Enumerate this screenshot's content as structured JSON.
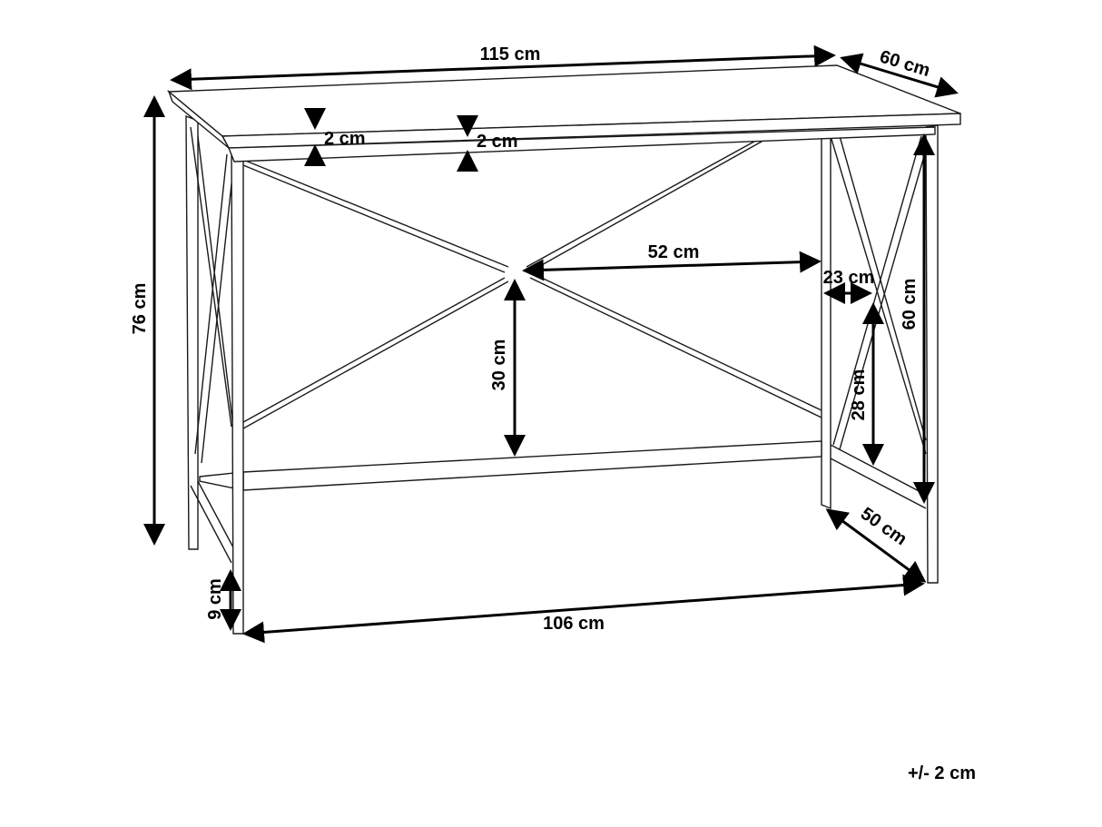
{
  "title": "Desk dimensions",
  "dimensions": {
    "width": "115 cm",
    "depth": "60 cm",
    "height": "76 cm",
    "top_thickness": "2 cm",
    "apron_height": "2 cm",
    "cross_half_width": "52 cm",
    "cross_to_bar": "30 cm",
    "side_cross_offset": "23 cm",
    "side_height": "60 cm",
    "side_cross_lower": "28 cm",
    "leg_depth": "50 cm",
    "foot_clearance": "9 cm",
    "leg_span": "106 cm"
  },
  "tolerance": "+/- 2 cm",
  "colors": {
    "line": "#1a1a1a",
    "background": "#ffffff"
  }
}
